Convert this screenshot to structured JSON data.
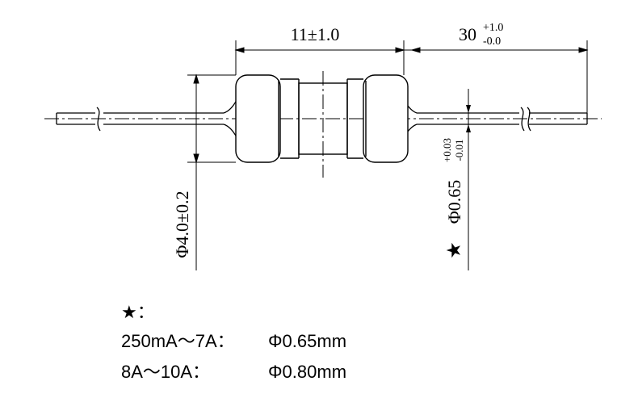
{
  "dimensions": {
    "body_length": "11±1.0",
    "lead_length": "30",
    "lead_tol_plus": "+1.0",
    "lead_tol_minus": "-0.0",
    "body_diameter": "Φ4.0±0.2",
    "lead_diameter": "Φ0.65",
    "lead_dia_tol_plus": "+0.03",
    "lead_dia_tol_minus": "-0.01",
    "star": "★"
  },
  "notes": {
    "header": "★：",
    "rows": [
      {
        "range": "250mA～7A：",
        "value": "Φ0.65mm"
      },
      {
        "range": "8A～10A：",
        "value": "Φ0.80mm"
      }
    ]
  }
}
